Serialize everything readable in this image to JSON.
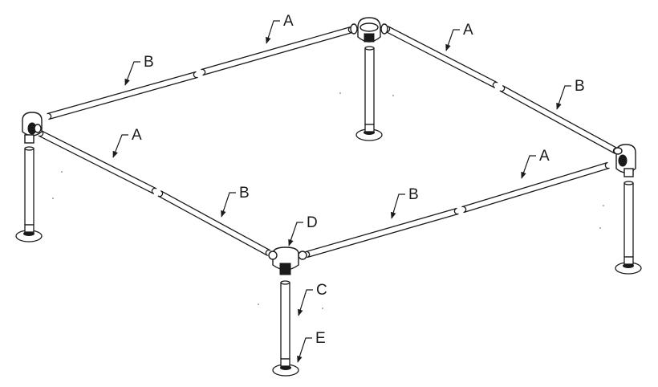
{
  "parts": {
    "tube_a": {
      "label": "A"
    },
    "tube_b": {
      "label": "B"
    },
    "leg_c": {
      "label": "C"
    },
    "corner_fitting_d": {
      "label": "D"
    },
    "foot_e": {
      "label": "E"
    }
  },
  "callouts": [
    {
      "id": "a-top-left",
      "label": "A"
    },
    {
      "id": "b-top-left",
      "label": "B"
    },
    {
      "id": "a-top-right",
      "label": "A"
    },
    {
      "id": "b-top-right",
      "label": "B"
    },
    {
      "id": "a-left",
      "label": "A"
    },
    {
      "id": "b-left",
      "label": "B"
    },
    {
      "id": "b-front",
      "label": "B"
    },
    {
      "id": "a-front",
      "label": "A"
    },
    {
      "id": "d-front",
      "label": "D"
    },
    {
      "id": "c-front",
      "label": "C"
    },
    {
      "id": "e-front",
      "label": "E"
    }
  ]
}
